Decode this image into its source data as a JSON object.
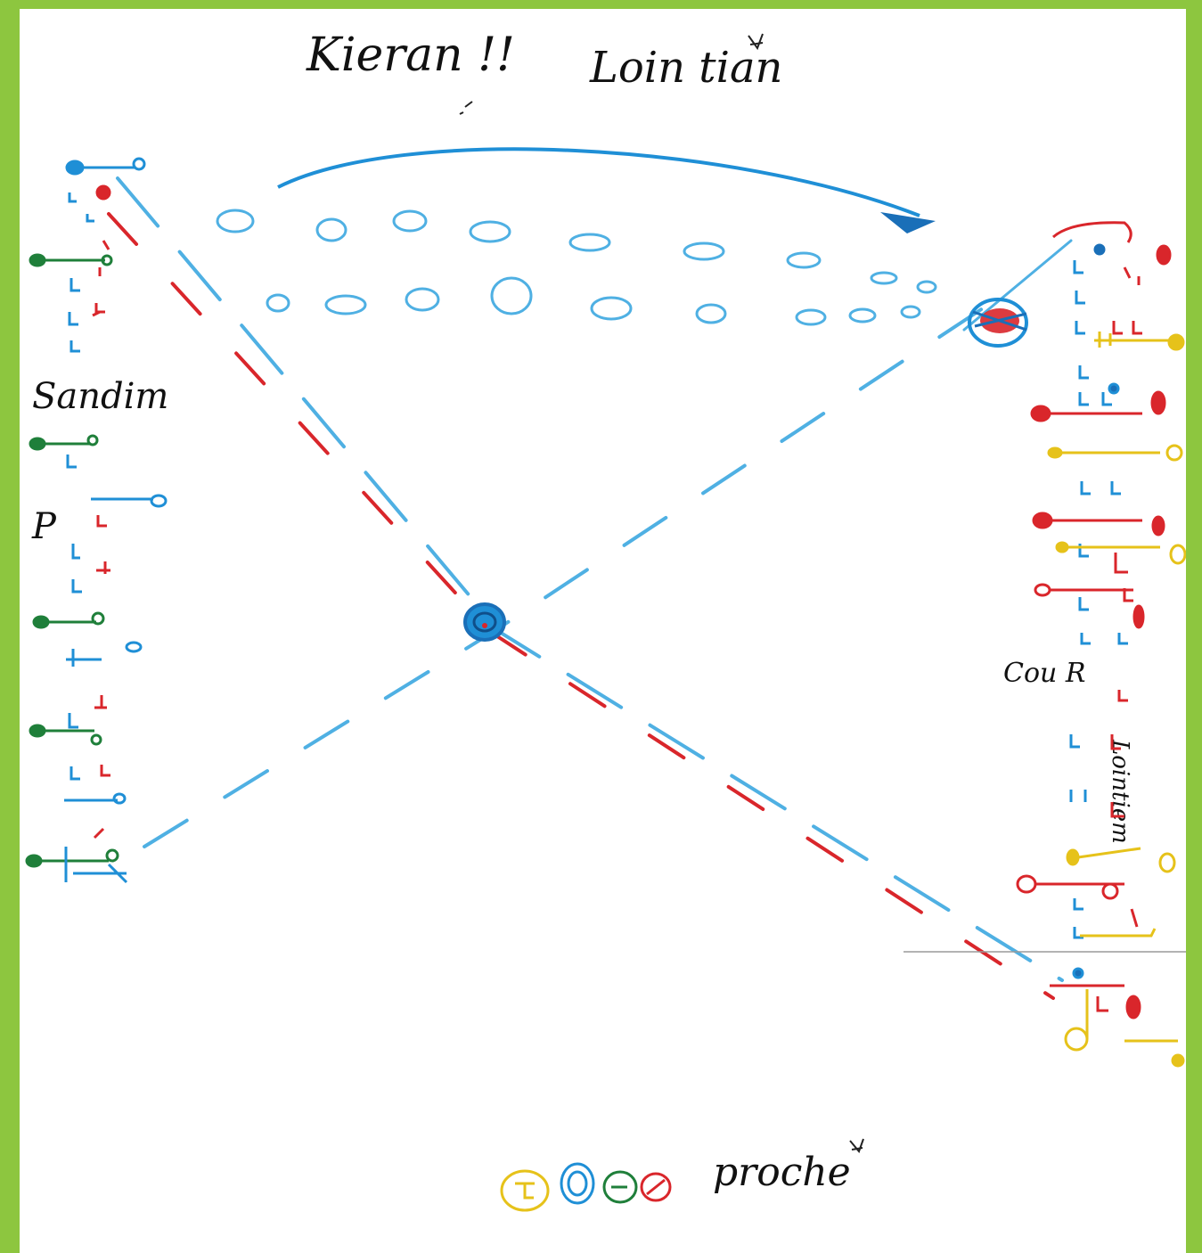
{
  "frame": {
    "border_color": "#8dc63f",
    "paper_color": "#ffffff"
  },
  "sketch": {
    "title_left": "Kieran !!",
    "title_right": "Loin tian",
    "label_left": "Sandim",
    "label_p": "P",
    "label_cour": "Cou R",
    "label_vertical": "Lointiem",
    "label_bottom": "proche"
  },
  "colors": {
    "blue": "#1f8fd6",
    "light_blue": "#4fb0e3",
    "red": "#d9262b",
    "green": "#1f7f3a",
    "yellow": "#e6c21a",
    "dark_blue": "#1a6fb8"
  }
}
